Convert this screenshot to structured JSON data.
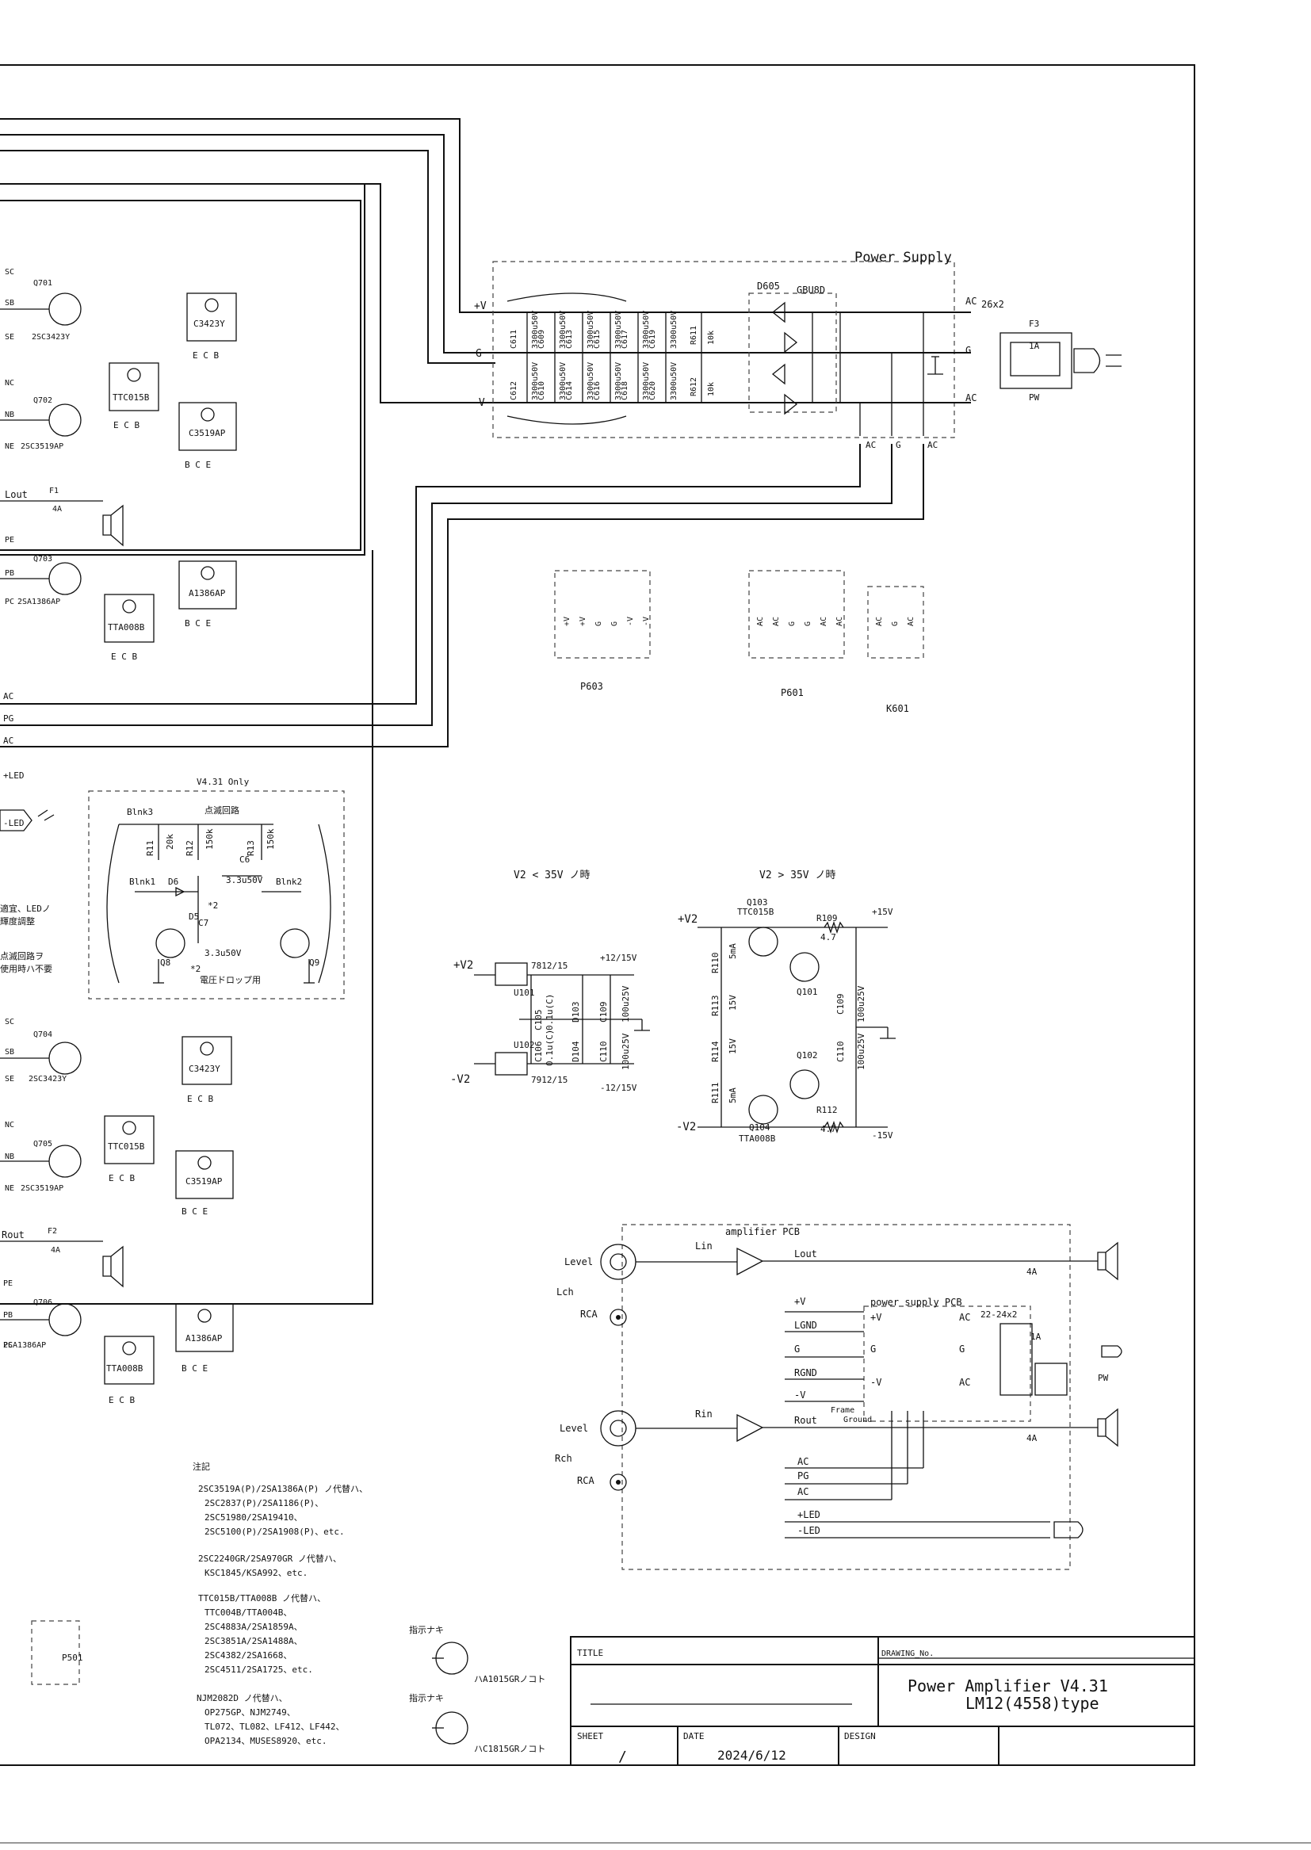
{
  "power_supply": {
    "title": "Power Supply",
    "rails": [
      "+V",
      "G",
      "-V"
    ],
    "caps_top": [
      "C611",
      "C609",
      "C613",
      "C615",
      "C617",
      "C619"
    ],
    "caps_bottom": [
      "C612",
      "C610",
      "C614",
      "C616",
      "C618",
      "C620"
    ],
    "cap_value": "3300u50V",
    "resistors": [
      "R611",
      "R612"
    ],
    "resistor_value": "10k",
    "diode": "D605",
    "bridge": "GBU8D",
    "ac_label": "AC",
    "g_label": "G",
    "transformer": "26x2",
    "fuse": "F3",
    "fuse_value": "1A",
    "switch": "PW"
  },
  "connectors": [
    {
      "name": "P603",
      "pins": [
        "+V",
        "+V",
        "G",
        "G",
        "-V",
        "-V"
      ]
    },
    {
      "name": "P601",
      "pins": [
        "AC",
        "AC",
        "G",
        "G",
        "AC",
        "AC"
      ]
    },
    {
      "name": "K601",
      "pins": [
        "AC",
        "G",
        "AC"
      ]
    },
    {
      "name": "P501",
      "pins": []
    }
  ],
  "output_stage": {
    "transistors_left": [
      {
        "ref": "Q701",
        "part": "2SC3423Y",
        "pins": [
          "SC",
          "SB",
          "SE"
        ]
      },
      {
        "ref": "Q702",
        "part": "2SC3519AP",
        "pins": [
          "NC",
          "NB",
          "NE"
        ]
      },
      {
        "ref": "Q703",
        "part": "2SA1386AP",
        "pins": [
          "PE",
          "PB",
          "PC"
        ]
      },
      {
        "ref": "Q704",
        "part": "2SC3423Y",
        "pins": [
          "SC",
          "SB",
          "SE"
        ]
      },
      {
        "ref": "Q705",
        "part": "2SC3519AP",
        "pins": [
          "NC",
          "NB",
          "NE"
        ]
      },
      {
        "ref": "Q706",
        "part": "2SA1386AP",
        "pins": [
          "PE",
          "PB",
          "PC"
        ]
      }
    ],
    "packages": [
      {
        "name": "C3423Y",
        "pins": "E C B"
      },
      {
        "name": "TTC015B",
        "pins": "E C B"
      },
      {
        "name": "C3519AP",
        "pins": "B C E"
      },
      {
        "name": "A1386AP",
        "pins": "B C E"
      },
      {
        "name": "TTA008B",
        "pins": "E C B"
      },
      {
        "name": "C3423Y",
        "pins": "E C B"
      },
      {
        "name": "TTC015B",
        "pins": "E C B"
      },
      {
        "name": "C3519AP",
        "pins": "B C E"
      },
      {
        "name": "A1386AP",
        "pins": "B C E"
      },
      {
        "name": "TTA008B",
        "pins": "E C B"
      }
    ],
    "fuse1": {
      "ref": "F1",
      "value": "4A",
      "net": "Lout"
    },
    "fuse2": {
      "ref": "F2",
      "value": "4A",
      "net": "Rout"
    },
    "bus": [
      "AC",
      "PG",
      "AC"
    ],
    "led": [
      "+LED",
      "-LED"
    ]
  },
  "blink": {
    "title": "V4.31 Only",
    "label_jp": "点滅回路",
    "nets": [
      "Blnk3",
      "Blnk1",
      "Blnk2"
    ],
    "parts": [
      {
        "ref": "R11",
        "value": "20k"
      },
      {
        "ref": "R12",
        "value": "150k"
      },
      {
        "ref": "R13",
        "value": "150k"
      },
      {
        "ref": "C6",
        "value": "3.3u50V"
      },
      {
        "ref": "C7",
        "value": "3.3u50V"
      },
      {
        "ref": "D6",
        "value": ""
      },
      {
        "ref": "D5",
        "value": ""
      },
      {
        "ref": "Q8",
        "value": ""
      },
      {
        "ref": "Q9",
        "value": ""
      }
    ],
    "note_drop": "電圧ドロップ用",
    "mark": "*2",
    "left_notes": [
      "適宜、LEDノ",
      "輝度調整",
      "点滅回路ヲ",
      "使用時ハ不要"
    ]
  },
  "reg_low": {
    "title": "V2 < 35V ノ時",
    "in_pos": "+V2",
    "in_neg": "-V2",
    "u1": {
      "ref": "U101",
      "part": "7812/15"
    },
    "u2": {
      "ref": "U102",
      "part": "7912/15"
    },
    "caps": [
      "C105",
      "C106",
      "C109",
      "C110"
    ],
    "cap_small": "0.1u(C)",
    "cap_big": "100u25V",
    "diodes": [
      "D103",
      "D104"
    ],
    "out_pos": "+12/15V",
    "out_neg": "-12/15V"
  },
  "reg_high": {
    "title": "V2 > 35V ノ時",
    "in_pos": "+V2",
    "in_neg": "-V2",
    "parts": [
      "Q103",
      "TTC015B",
      "R109",
      "4.7",
      "R110",
      "5mA",
      "R113",
      "15V",
      "Q101",
      "C109",
      "100u25V",
      "R114",
      "15V",
      "Q102",
      "C110",
      "100u25V",
      "R111",
      "5mA",
      "R112",
      "4.7",
      "Q104",
      "TTA008B"
    ],
    "out_pos": "+15V",
    "out_neg": "-15V"
  },
  "wiring": {
    "amp_title": "amplifier PCB",
    "ps_title": "power supply PCB",
    "left_ch": [
      "Level",
      "Lch",
      "RCA",
      "Lin"
    ],
    "right_ch": [
      "Level",
      "Rch",
      "RCA",
      "Rin"
    ],
    "nets": [
      "Lout",
      "Rout",
      "+V",
      "LGND",
      "G",
      "RGND",
      "-V",
      "AC",
      "PG",
      "AC",
      "+LED",
      "-LED"
    ],
    "ps_nets": [
      "+V",
      "G",
      "-V",
      "AC",
      "G",
      "AC"
    ],
    "transformer": "22-24x2",
    "fuse": "1A",
    "fuse_out": "4A",
    "frame_ground": [
      "Frame",
      "Ground"
    ],
    "switch": "PW"
  },
  "notes": {
    "title": "注記",
    "lines": [
      "2SC3519A(P)/2SA1386A(P) ノ代替ハ、",
      "2SC2837(P)/2SA1186(P)、",
      "2SC51980/2SA19410、",
      "2SC5100(P)/2SA1908(P)、etc.",
      "2SC2240GR/2SA970GR ノ代替ハ、",
      "KSC1845/KSA992、etc.",
      "TTC015B/TTA008B ノ代替ハ、",
      "TTC004B/TTA004B、",
      "2SC4883A/2SA1859A、",
      "2SC3851A/2SA1488A、",
      "2SC4382/2SA1668、",
      "2SC4511/2SA1725、etc.",
      "NJM2082D ノ代替ハ、",
      "OP275GP、NJM2749、",
      "TL072、TL082、LF412、LF442、",
      "OPA2134、MUSES8920、etc."
    ],
    "no_spec1": "指示ナキ",
    "no_spec1_b": "ハA1015GRノコト",
    "no_spec2": "指示ナキ",
    "no_spec2_b": "ハC1815GRノコト"
  },
  "title_block": {
    "title_label": "TITLE",
    "drawing_label": "DRAWING_No.",
    "drawing_title_1": "Power Amplifier  V4.31",
    "drawing_title_2": "LM12(4558)type",
    "sheet_label": "SHEET",
    "date_label": "DATE",
    "design_label": "DESIGN",
    "sheet_value": "/",
    "date_value": "2024/6/12"
  }
}
